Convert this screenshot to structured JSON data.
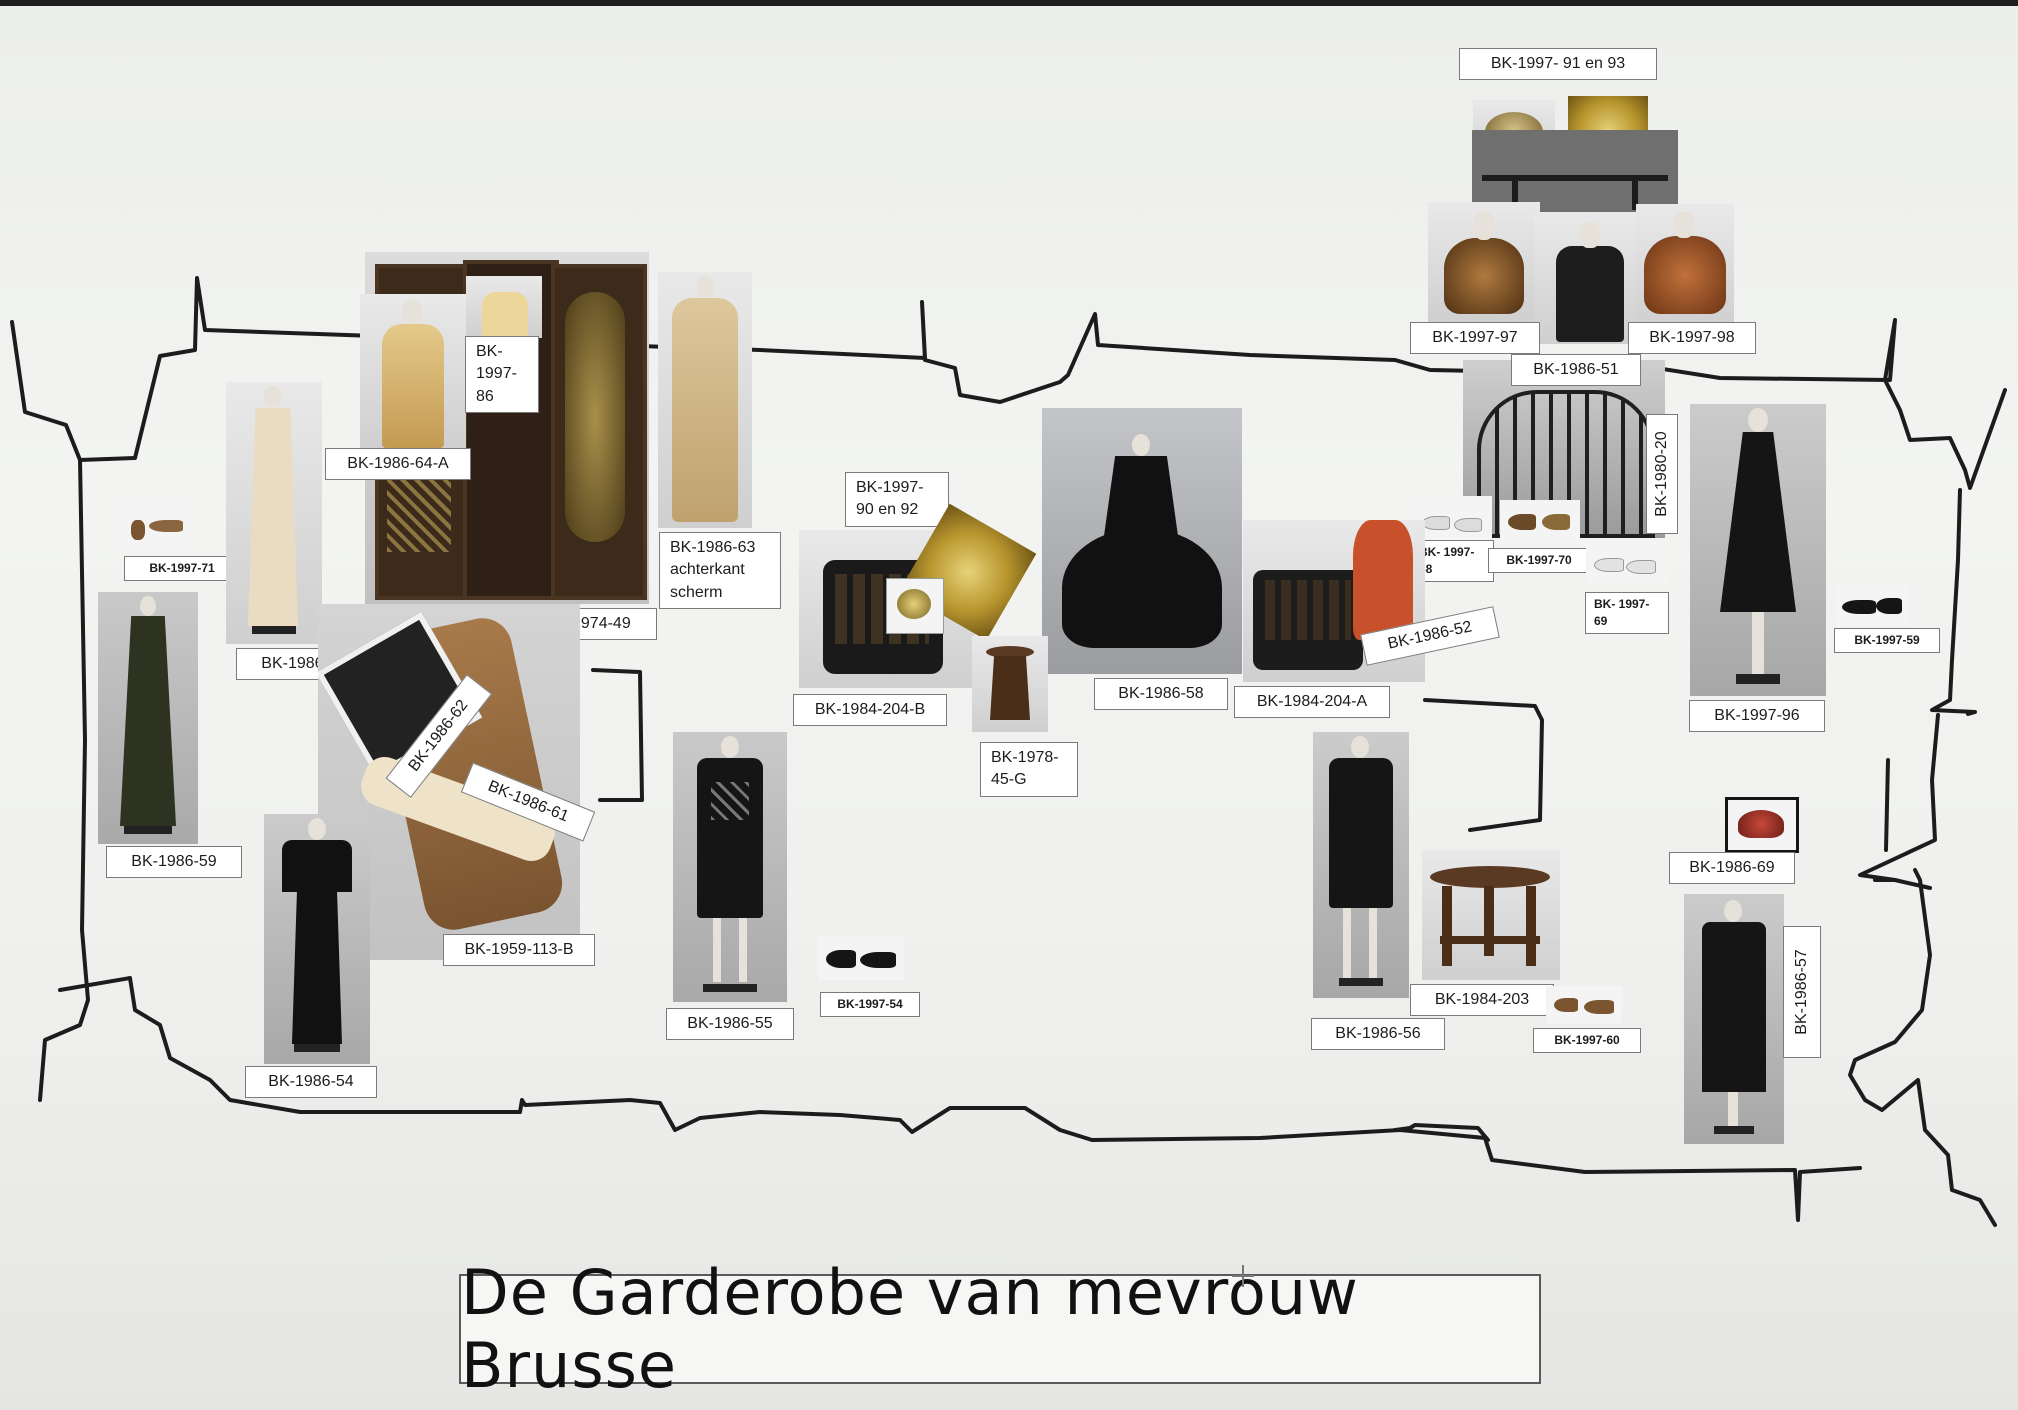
{
  "title": "De Garderobe van mevrouw Brusse",
  "labels": {
    "bk_1997_91_93": "BK-1997- 91 en 93",
    "bk_1997_97": "BK-1997-97",
    "bk_1997_98": "BK-1997-98",
    "bk_1986_51": "BK-1986-51",
    "bk_1980_20": "BK-1980-20",
    "bk_1986_64a": "BK-1986-64-A",
    "bk_1997_86": "BK- 1997- 86",
    "bk_1974_49": "K-1974-49",
    "bk_1986_63": "BK-1986-63 achterkant scherm",
    "bk_1997_71": "BK-1997-71",
    "bk_1986_60": "BK-1986-60",
    "bk_1986_59": "BK-1986-59",
    "bk_1986_62": "BK-1986-62",
    "bk_1986_61": "BK-1986-61",
    "bk_1959_113b": "BK-1959-113-B",
    "bk_1986_54": "BK-1986-54",
    "bk_1997_90_92": "BK-1997- 90 en 92",
    "bk_1984_204b": "BK-1984-204-B",
    "bk_1978_45g": "BK-1978- 45-G",
    "bk_1986_55": "BK-1986-55",
    "bk_1997_54": "BK-1997-54",
    "bk_1986_58": "BK-1986-58",
    "bk_1984_204a": "BK-1984-204-A",
    "bk_1986_52": "BK-1986-52",
    "bk_1997_68": "BK- 1997-68",
    "bk_1997_70": "BK-1997-70",
    "bk_1997_69": "BK- 1997-69",
    "bk_1997_96": "BK-1997-96",
    "bk_1997_59": "BK-1997-59",
    "bk_1986_56": "BK-1986-56",
    "bk_1984_203": "BK-1984-203",
    "bk_1997_60": "BK-1997-60",
    "bk_1986_69": "BK-1986-69",
    "bk_1986_57": "BK-1986-57"
  }
}
